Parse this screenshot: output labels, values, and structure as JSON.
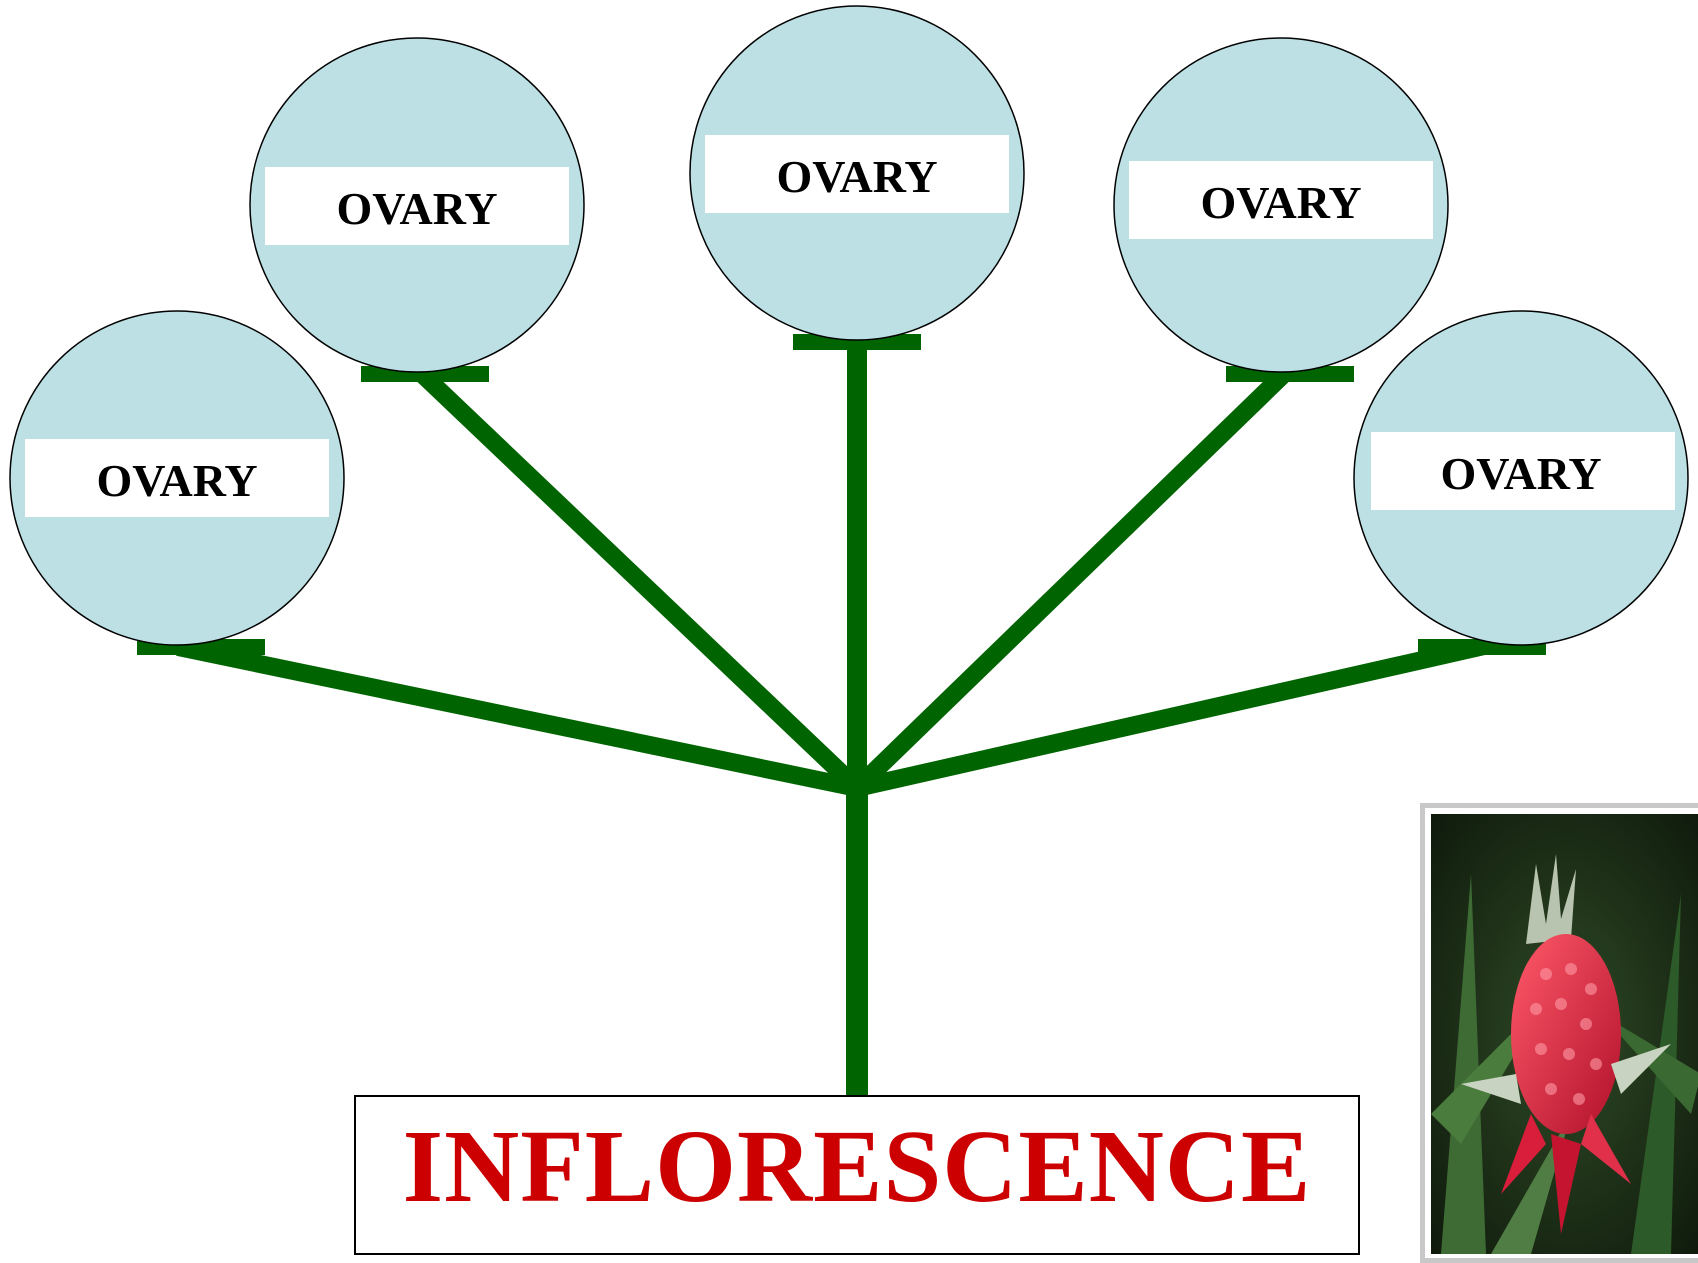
{
  "diagram": {
    "ovaries": [
      {
        "label": "OVARY"
      },
      {
        "label": "OVARY"
      },
      {
        "label": "OVARY"
      },
      {
        "label": "OVARY"
      },
      {
        "label": "OVARY"
      }
    ],
    "title": "INFLORESCENCE",
    "colors": {
      "stem": "#006400",
      "circle_fill": "#bce0e4",
      "title_text": "#cc0000",
      "photo_frame": "#c8c8c8"
    },
    "photo": {
      "icon": "pineapple-flower-photo"
    }
  }
}
